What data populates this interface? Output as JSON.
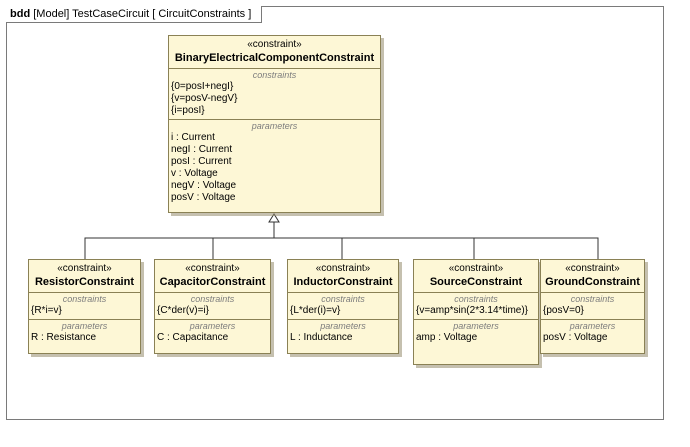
{
  "frame": {
    "kind": "bdd",
    "header": "[Model] TestCaseCircuit [ CircuitConstraints ]"
  },
  "main_block": {
    "stereotype": "«constraint»",
    "name": "BinaryElectricalComponentConstraint",
    "constraints_title": "constraints",
    "constraints": [
      "{0=posI+negI}",
      "{v=posV-negV}",
      "{i=posI}"
    ],
    "parameters_title": "parameters",
    "parameters": [
      "i : Current",
      "negI : Current",
      "posI : Current",
      "v : Voltage",
      "negV : Voltage",
      "posV : Voltage"
    ]
  },
  "blocks": [
    {
      "stereotype": "«constraint»",
      "name": "ResistorConstraint",
      "constraints_title": "constraints",
      "constraint": "{R*i=v}",
      "parameters_title": "parameters",
      "parameter": "R : Resistance"
    },
    {
      "stereotype": "«constraint»",
      "name": "CapacitorConstraint",
      "constraints_title": "constraints",
      "constraint": "{C*der(v)=i}",
      "parameters_title": "parameters",
      "parameter": "C : Capacitance"
    },
    {
      "stereotype": "«constraint»",
      "name": "InductorConstraint",
      "constraints_title": "constraints",
      "constraint": "{L*der(i)=v}",
      "parameters_title": "parameters",
      "parameter": "L : Inductance"
    },
    {
      "stereotype": "«constraint»",
      "name": "SourceConstraint",
      "constraints_title": "constraints",
      "constraint": "{v=amp*sin(2*3.14*time)}",
      "parameters_title": "parameters",
      "parameter": "amp : Voltage"
    },
    {
      "stereotype": "«constraint»",
      "name": "GroundConstraint",
      "constraints_title": "constraints",
      "constraint": "{posV=0}",
      "parameters_title": "parameters",
      "parameter": "posV : Voltage"
    }
  ]
}
